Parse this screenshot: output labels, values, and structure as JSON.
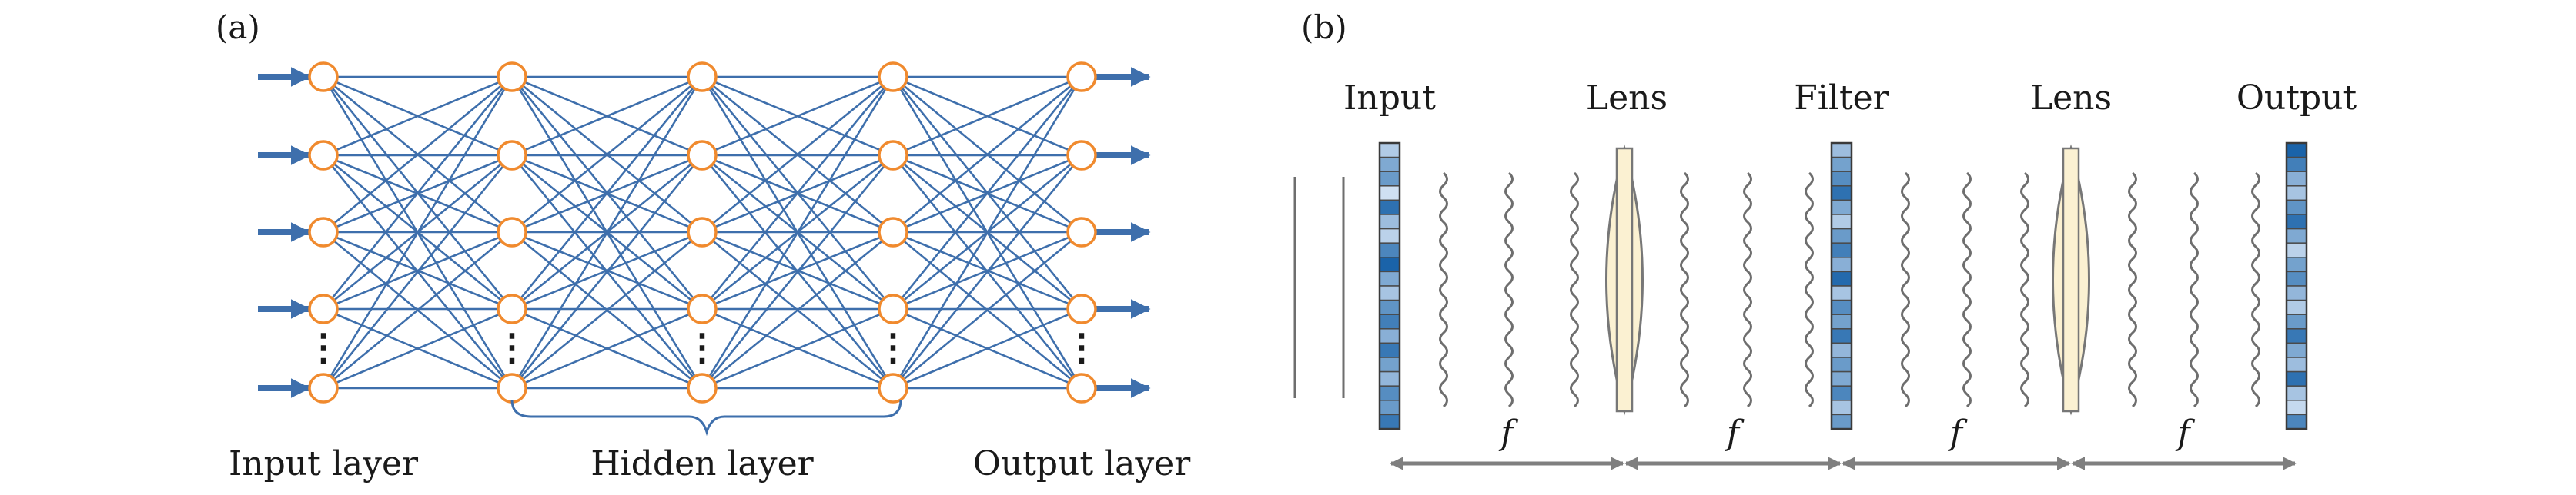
{
  "panel_a": {
    "label": "(a)",
    "layers": [
      "input",
      "hidden",
      "hidden",
      "hidden",
      "output"
    ],
    "nodes_per_layer": 5,
    "ellipsis": "⋮",
    "captions": {
      "input": "Input layer",
      "hidden": "Hidden layer",
      "output": "Output layer"
    }
  },
  "panel_b": {
    "label": "(b)",
    "components": {
      "input": "Input",
      "lens1": "Lens",
      "filter": "Filter",
      "lens2": "Lens",
      "output": "Output"
    },
    "distance_label": "f",
    "distance_count": 4,
    "input_cells": [
      0.25,
      0.5,
      0.6,
      0.1,
      0.9,
      0.35,
      0.2,
      0.75,
      1.0,
      0.5,
      0.3,
      0.65,
      0.8,
      0.45,
      0.85,
      0.55,
      0.4,
      0.7,
      0.6,
      0.85
    ],
    "filter_cells": [
      0.35,
      0.55,
      0.7,
      0.9,
      0.5,
      0.25,
      0.6,
      0.8,
      0.45,
      0.95,
      0.3,
      0.7,
      0.55,
      0.85,
      0.4,
      0.6,
      0.5,
      0.75,
      0.3,
      0.6
    ],
    "output_cells": [
      1.0,
      0.8,
      0.45,
      0.3,
      0.65,
      0.9,
      0.5,
      0.2,
      0.55,
      0.7,
      0.4,
      0.25,
      0.6,
      0.85,
      0.5,
      0.35,
      0.9,
      0.3,
      0.15,
      0.75
    ]
  },
  "colors": {
    "network_line": "#3e6fac",
    "node_stroke": "#f08a2e",
    "arrow": "#3e6fac",
    "lens_fill": "#fbf1d2",
    "lens_stroke": "#777777",
    "wave": "#6e6e6e",
    "dim_arrow": "#7f7f7f",
    "cell_light": "#e3eefa",
    "cell_dark": "#1a63a9"
  }
}
